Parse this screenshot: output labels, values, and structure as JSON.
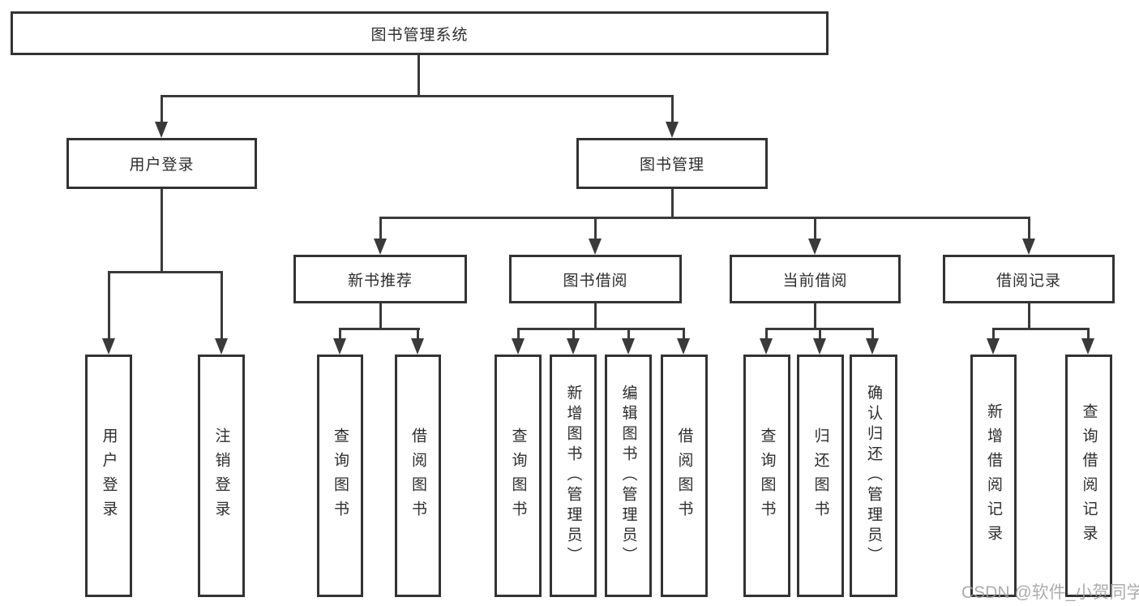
{
  "diagram": {
    "root": {
      "label": "图书管理系统"
    },
    "branches": [
      {
        "label": "用户登录",
        "children": [
          {
            "label": "用户登录"
          },
          {
            "label": "注销登录"
          }
        ]
      },
      {
        "label": "图书管理",
        "children": [
          {
            "label": "新书推荐",
            "children": [
              {
                "label": "查询图书"
              },
              {
                "label": "借阅图书"
              }
            ]
          },
          {
            "label": "图书借阅",
            "children": [
              {
                "label": "查询图书"
              },
              {
                "label": "新增图书（管理员）"
              },
              {
                "label": "编辑图书（管理员）"
              },
              {
                "label": "借阅图书"
              }
            ]
          },
          {
            "label": "当前借阅",
            "children": [
              {
                "label": "查询图书"
              },
              {
                "label": "归还图书"
              },
              {
                "label": "确认归还（管理员）"
              }
            ]
          },
          {
            "label": "借阅记录",
            "children": [
              {
                "label": "新增借阅记录"
              },
              {
                "label": "查询借阅记录"
              }
            ]
          }
        ]
      }
    ]
  },
  "watermark": {
    "text": "CSDN @软件_小贺同学"
  },
  "colors": {
    "line": "#3a3a3a",
    "box_border": "#333333",
    "text": "#2d2d2d",
    "watermark": "#9e9e9e",
    "background": "#ffffff"
  }
}
